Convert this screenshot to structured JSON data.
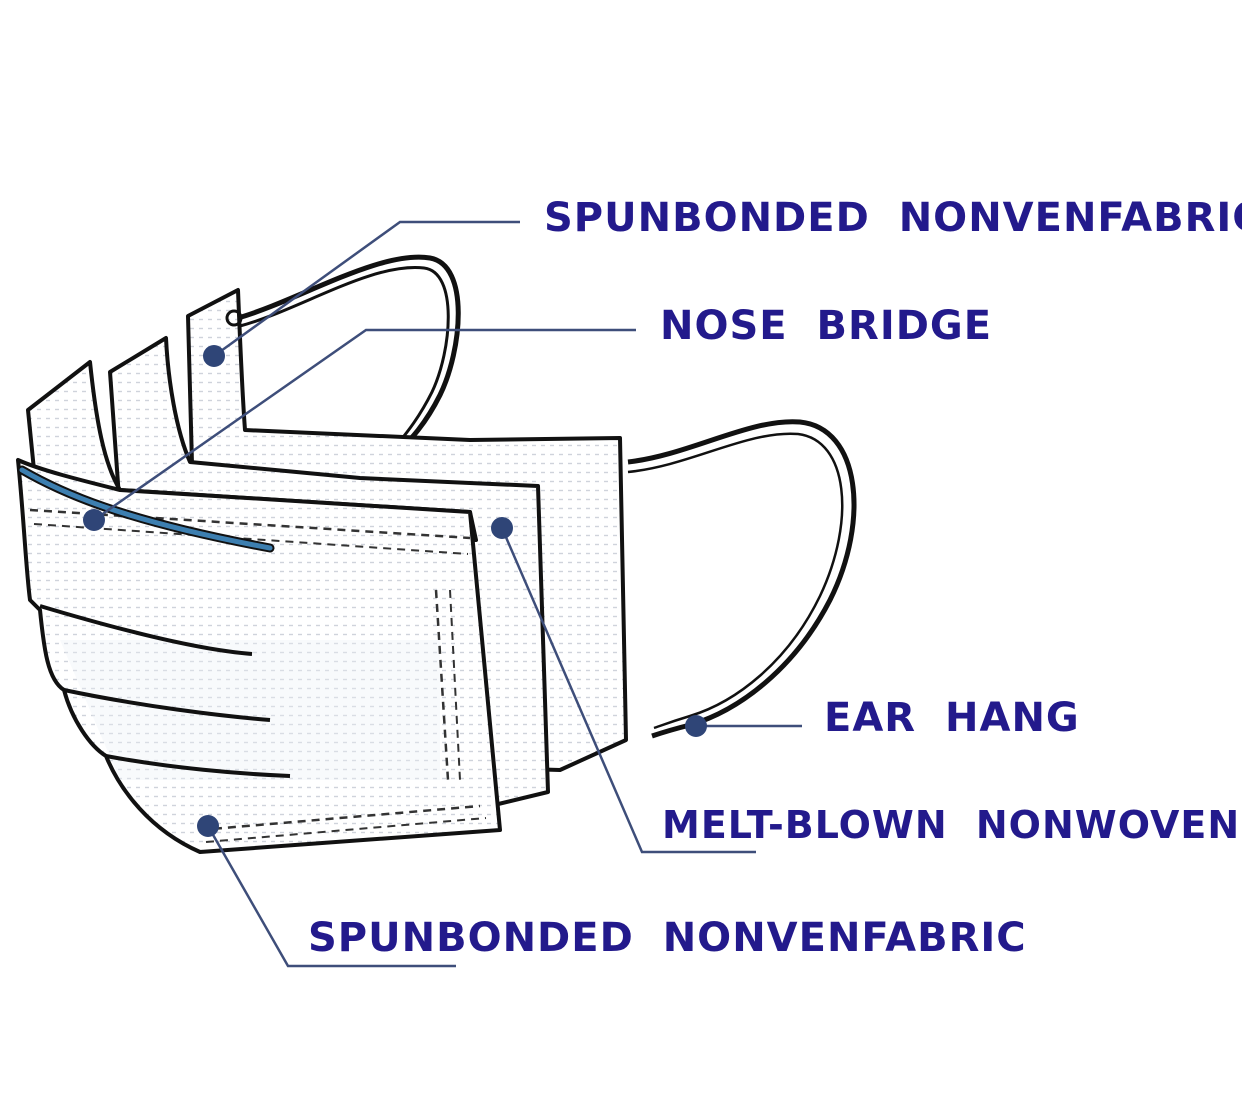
{
  "labels": {
    "spunbonded_top": "SPUNBONDED NONVENFABRIC",
    "nose_bridge": "NOSE BRIDGE",
    "ear_hang": "EAR HANG",
    "melt_blown": "MELT-BLOWN NONWOVEN",
    "spunbonded_bottom": "SPUNBONDED NONVENFABRIC"
  },
  "colors": {
    "label_text": "#231a8c",
    "leader_line": "#3e4e7a",
    "marker_dot": "#2f4577",
    "nose_wire": "#3d7fb0",
    "outline": "#111111",
    "fabric_texture": "#c9cdd6",
    "fabric_tint": "#eaf0f7"
  }
}
